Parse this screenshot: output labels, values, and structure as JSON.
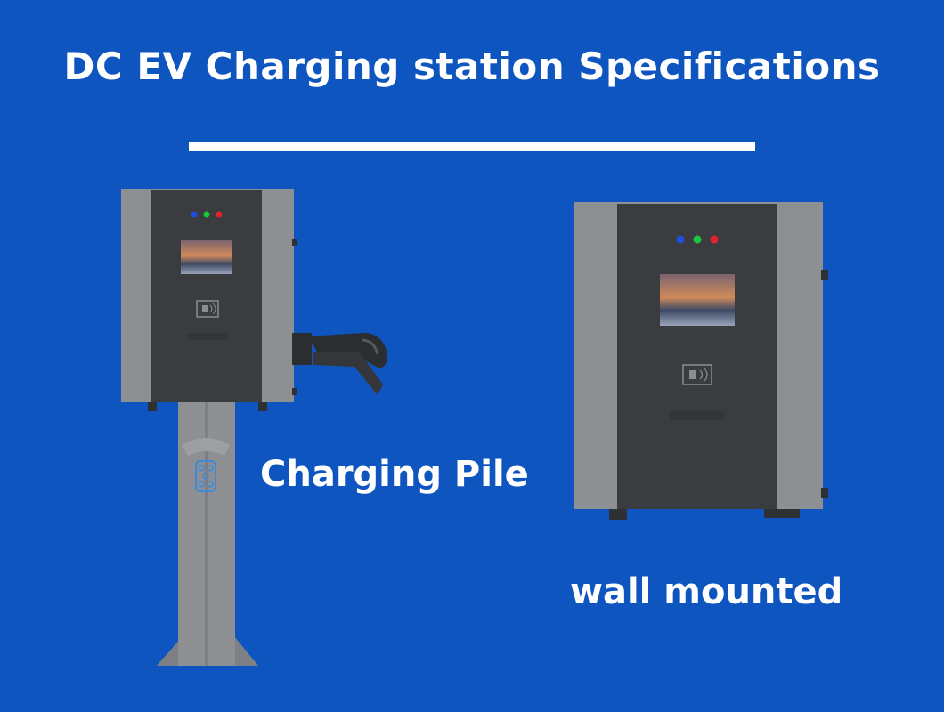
{
  "title": "DC EV Charging station Specifications",
  "products": {
    "pile_label": "Charging Pile",
    "wall_label": "wall mounted"
  },
  "colors": {
    "background": "#0f55c0",
    "cabinet_side": "#8d8f93",
    "cabinet_front": "#3a3c40",
    "led_blue": "#1f4fe0",
    "led_green": "#18c940",
    "led_red": "#e2242a"
  },
  "icons": [
    "screen-display-icon",
    "rfid-card-icon",
    "charging-socket-icon",
    "charging-connector-icon"
  ]
}
